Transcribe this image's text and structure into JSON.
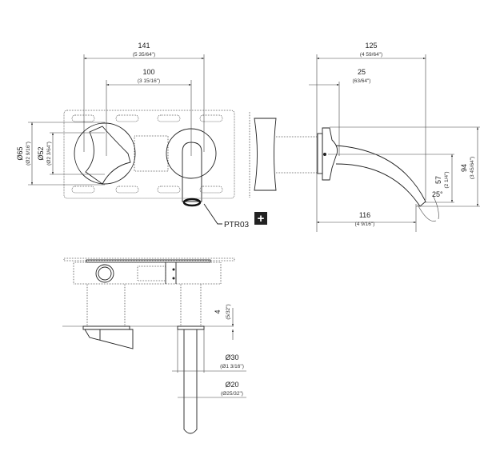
{
  "drawing": {
    "top_view": {
      "dim_141": {
        "mm": "141",
        "inch": "(5 35/64\")"
      },
      "dim_100": {
        "mm": "100",
        "inch": "(3 15/16\")"
      },
      "dim_d65": {
        "mm": "Ø65",
        "inch": "(Ø2 9/16\")"
      },
      "dim_d52": {
        "mm": "Ø52",
        "inch": "(Ø2 3/64\")"
      },
      "part_code": "PTR03",
      "plus_symbol": "+"
    },
    "side_view": {
      "dim_125": {
        "mm": "125",
        "inch": "(4 59/64\")"
      },
      "dim_25": {
        "mm": "25",
        "inch": "(63/64\")"
      },
      "dim_94": {
        "mm": "94",
        "inch": "(3 45/64\")"
      },
      "dim_57": {
        "mm": "57",
        "inch": "(2 1/4\")"
      },
      "dim_116": {
        "mm": "116",
        "inch": "(4 9/16\")"
      },
      "angle": "25°"
    },
    "front_view": {
      "dim_4": {
        "mm": "4",
        "inch": "(5/32\")"
      },
      "dim_d30": {
        "mm": "Ø30",
        "inch": "(Ø1 3/16\")"
      },
      "dim_d20": {
        "mm": "Ø20",
        "inch": "(Ø25/32\")"
      }
    }
  }
}
